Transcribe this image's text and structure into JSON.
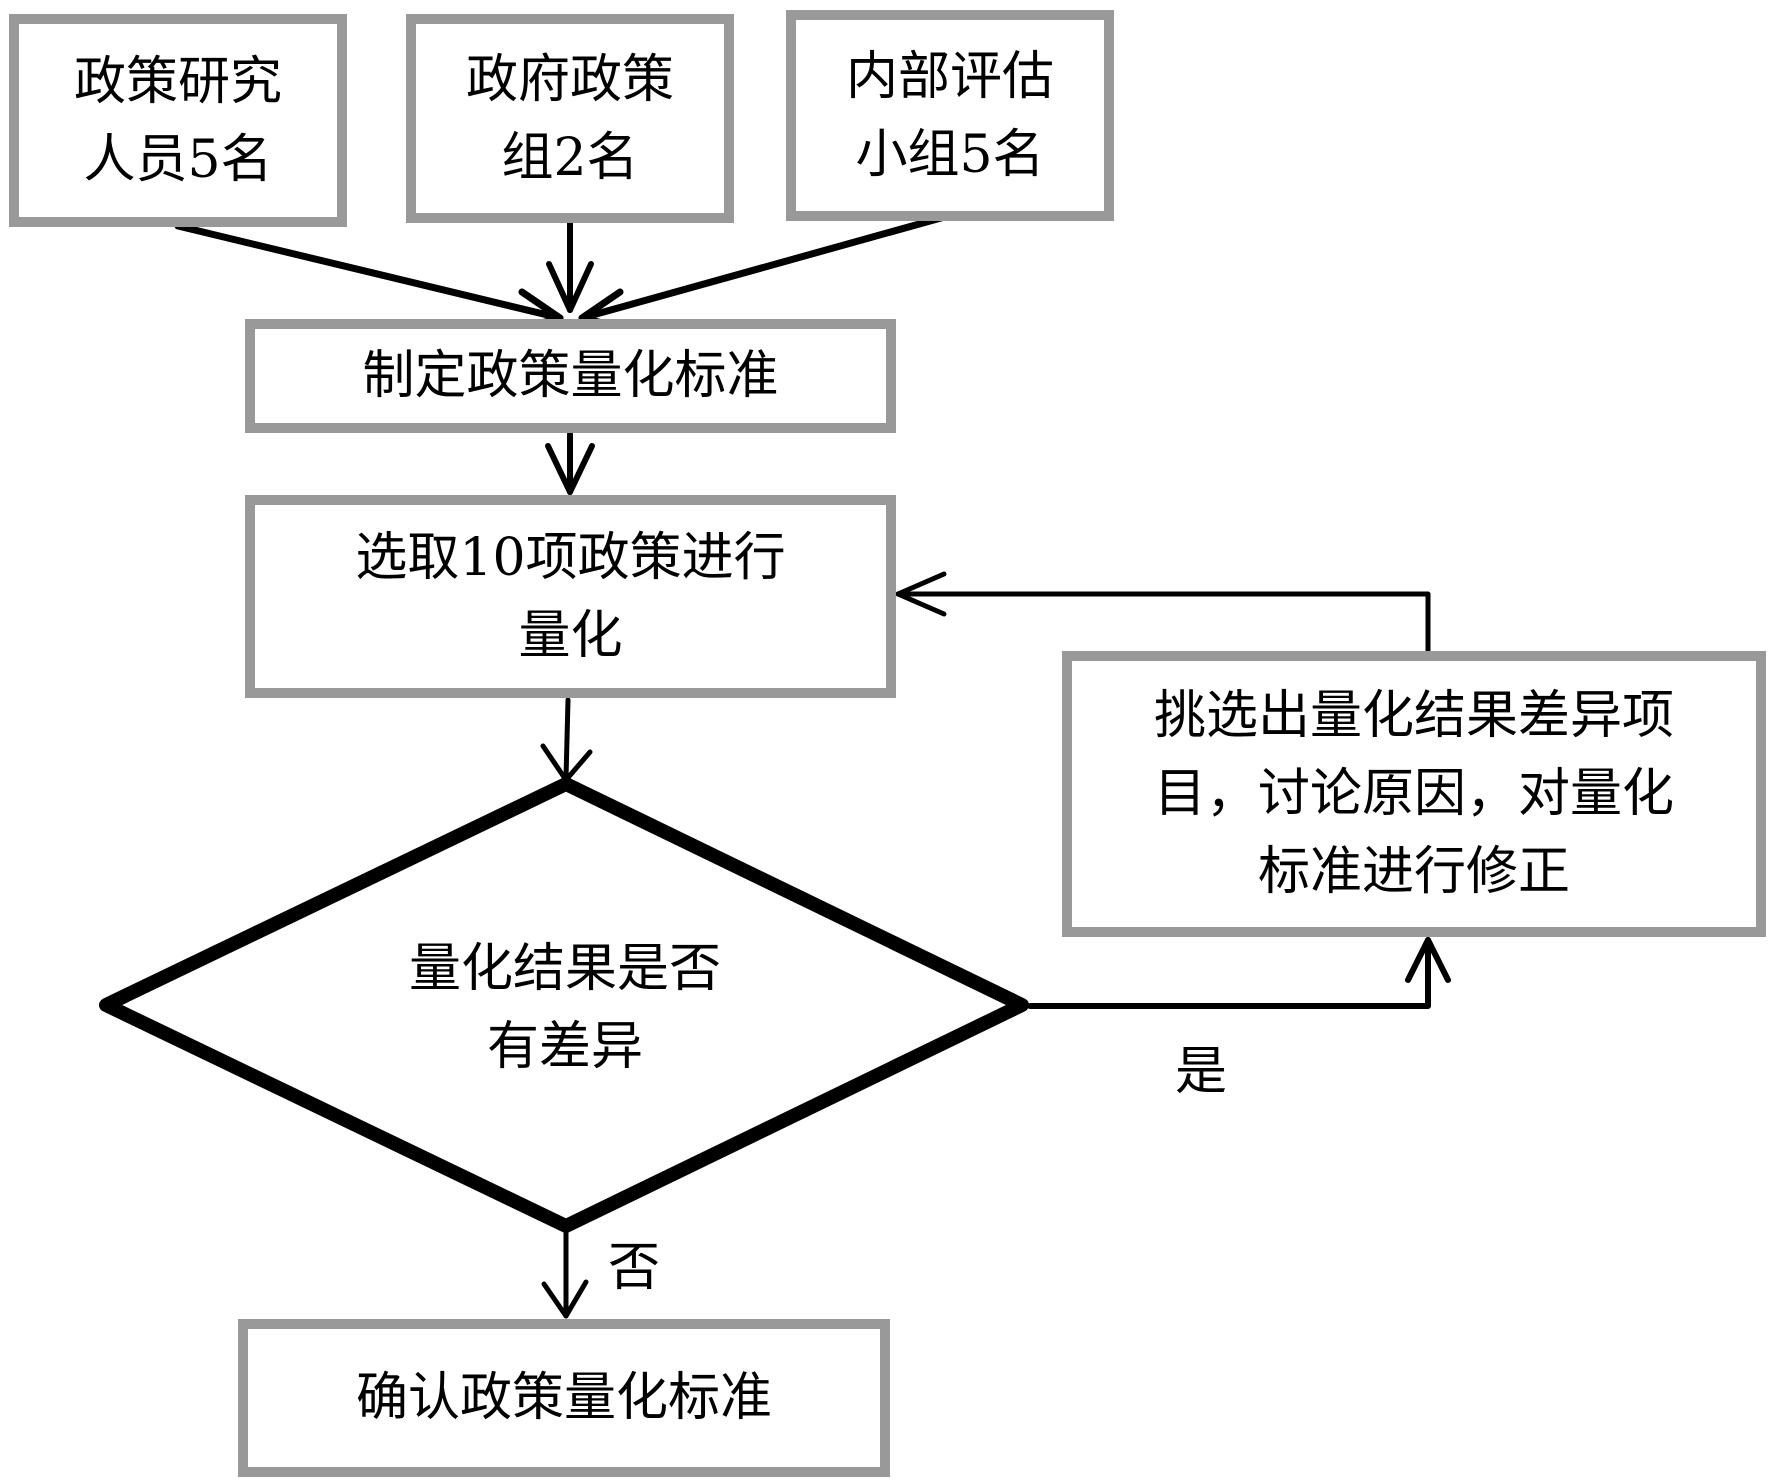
{
  "flowchart": {
    "participants": [
      {
        "id": "researchers",
        "label": "政策研究\n人员5名"
      },
      {
        "id": "gov-group",
        "label": "政府政策\n组2名"
      },
      {
        "id": "internal-eval",
        "label": "内部评估\n小组5名"
      }
    ],
    "steps": {
      "define": "制定政策量化标准",
      "select": "选取10项政策进行\n量化",
      "decision": "量化结果是否\n有差异",
      "revise": "挑选出量化结果差异项\n目，讨论原因，对量化\n标准进行修正",
      "confirm": "确认政策量化标准"
    },
    "branch_labels": {
      "yes": "是",
      "no": "否"
    },
    "colors": {
      "box_border": "#999999",
      "line": "#000000"
    }
  }
}
